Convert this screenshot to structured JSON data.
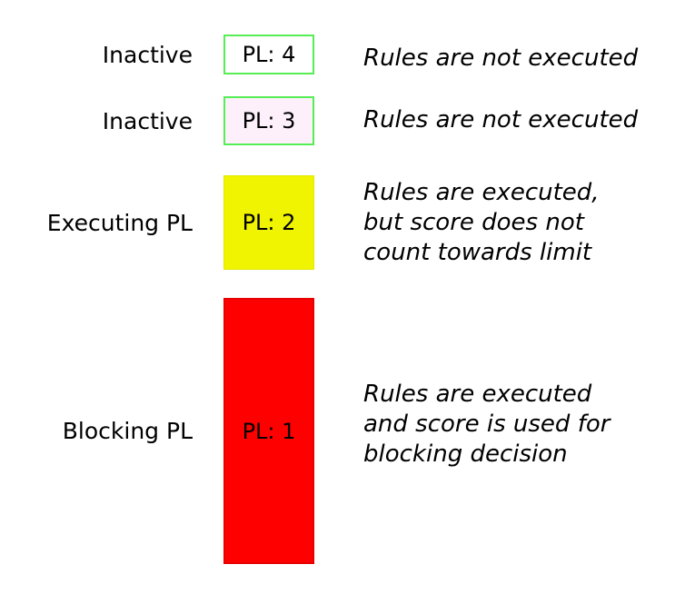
{
  "diagram": {
    "background": "#ffffff",
    "text_color": "#000000",
    "rows": [
      {
        "label": "Inactive",
        "box_text": "PL: 4",
        "description": "Rules are not executed",
        "box_fill": "#ffffff",
        "box_border": "#55ee55"
      },
      {
        "label": "Inactive",
        "box_text": "PL: 3",
        "description": "Rules are not executed",
        "box_fill": "#fdf0fa",
        "box_border": "#55ee55"
      },
      {
        "label": "Executing PL",
        "box_text": "PL: 2",
        "description": "Rules are executed,\nbut score does not\ncount towards limit",
        "box_fill": "#f0f400",
        "box_border": "#e3e700"
      },
      {
        "label": "Blocking PL",
        "box_text": "PL: 1",
        "description": "Rules are executed\nand score is used for\nblocking decision",
        "box_fill": "#ff0000",
        "box_border": "#e60000"
      }
    ]
  }
}
